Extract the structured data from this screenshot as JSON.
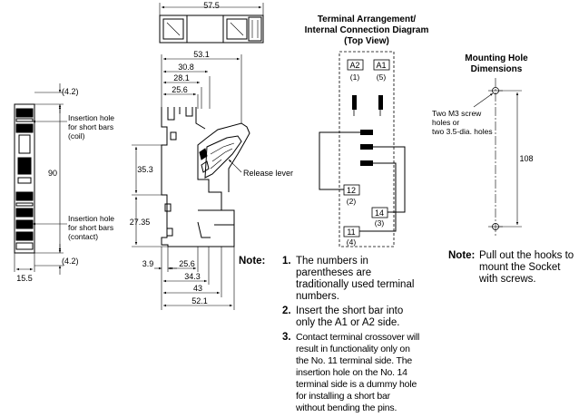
{
  "terminal_diagram": {
    "title_line1": "Terminal Arrangement/",
    "title_line2": "Internal Connection Diagram",
    "title_line3": "(Top View)",
    "terminals": [
      {
        "label": "A2",
        "old_number": "(1)"
      },
      {
        "label": "A1",
        "old_number": "(5)"
      },
      {
        "label": "12",
        "old_number": "(2)"
      },
      {
        "label": "14",
        "old_number": "(3)"
      },
      {
        "label": "11",
        "old_number": "(4)"
      }
    ]
  },
  "mounting": {
    "title_line1": "Mounting Hole",
    "title_line2": "Dimensions",
    "hole_line1": "Two M3 screw",
    "hole_line2": "holes or",
    "hole_line3": "two 3.5-dia. holes",
    "spacing": "108",
    "note_label": "Note:",
    "note_line1": "Pull out the hooks to",
    "note_line2": "mount the Socket",
    "note_line3": "with screws."
  },
  "top_view": {
    "width": "57.5"
  },
  "front_view": {
    "top_offset": "(4.2)",
    "height": "90",
    "bottom_offset": "(4.2)",
    "width": "15.5",
    "insertion_coil_line1": "Insertion hole",
    "insertion_coil_line2": "for short bars",
    "insertion_coil_line3": "(coil)",
    "insertion_contact_line1": "Insertion hole",
    "insertion_contact_line2": "for short bars",
    "insertion_contact_line3": "(contact)"
  },
  "side_view": {
    "dim_53_1": "53.1",
    "dim_30_8": "30.8",
    "dim_28_1": "28.1",
    "dim_25_6_top": "25.6",
    "dim_35_3": "35.3",
    "dim_27_35": "27.35",
    "dim_3_9": "3.9",
    "dim_25_6_bottom": "25.6",
    "dim_34_3": "34.3",
    "dim_43": "43",
    "dim_52_1": "52.1",
    "release_lever": "Release lever"
  },
  "notes": {
    "label": "Note:",
    "items": [
      {
        "num": "1.",
        "text": "The numbers in parentheses are traditionally used terminal numbers."
      },
      {
        "num": "2.",
        "text": "Insert the short bar into only the A1 or A2 side."
      },
      {
        "num": "3.",
        "text": "Contact terminal crossover will result in functionality only on the No. 11 terminal side. The insertion hole on the No. 14 terminal side is a dummy hole for installing a short bar without bending the pins."
      }
    ]
  }
}
